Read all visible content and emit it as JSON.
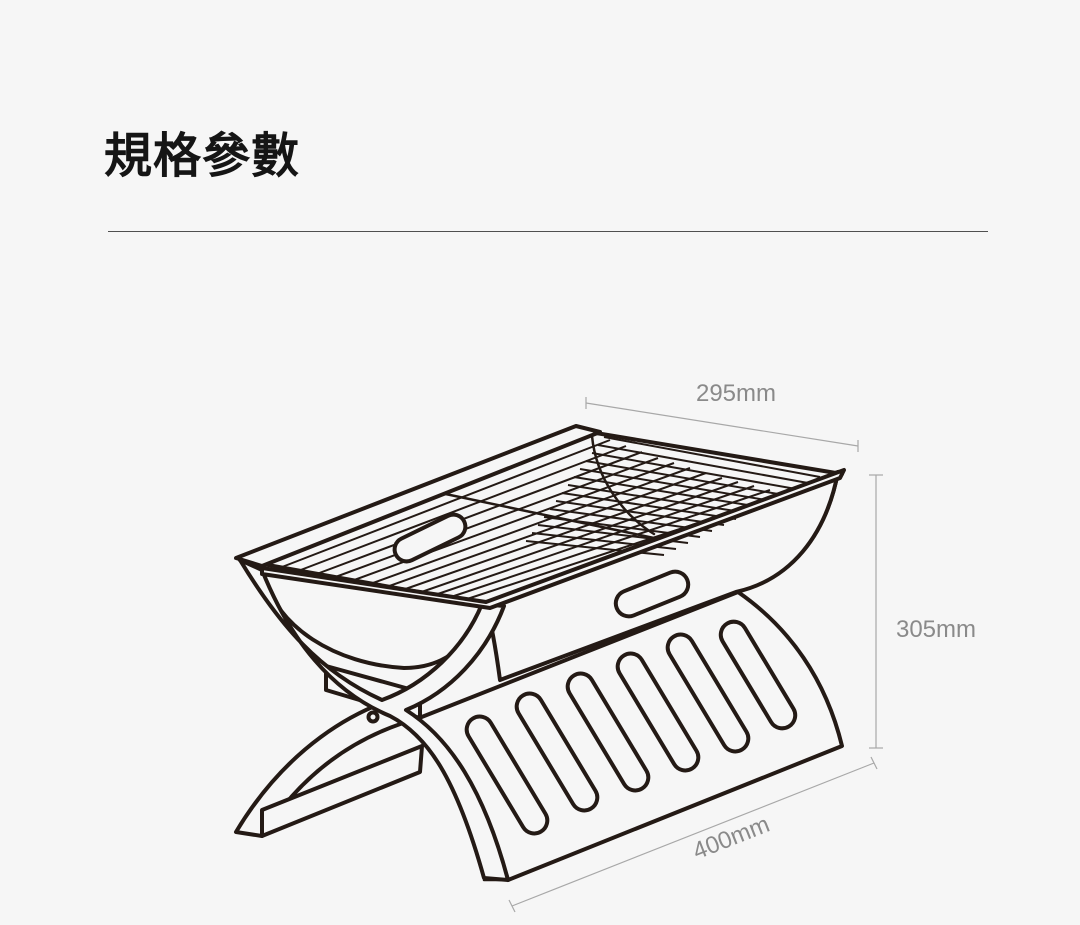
{
  "header": {
    "title": "規格參數"
  },
  "product_diagram": {
    "dimensions": {
      "depth": "295mm",
      "height": "305mm",
      "length": "400mm"
    }
  },
  "colors": {
    "background": "#f6f6f6",
    "title": "#151515",
    "rule": "#505050",
    "line_art": "#241a15",
    "dimension": "#8a8a8a"
  }
}
